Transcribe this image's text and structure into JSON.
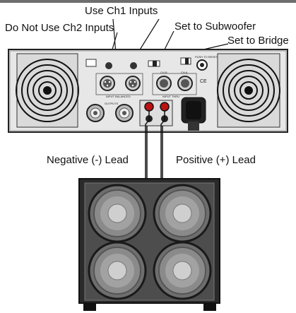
{
  "callouts": {
    "ch1": "Use Ch1 Inputs",
    "ch2": "Do Not Use Ch2 Inputs",
    "subwoofer": "Set to Subwoofer",
    "bridge": "Set to Bridge"
  },
  "leads": {
    "negative": "Negative (-) Lead",
    "positive": "Positive (+) Lead"
  },
  "panel_labels": {
    "input_balanced": "INPUT BALANCED",
    "input_thru": "INPUT THRU",
    "outputs": "OUTPUTS",
    "ch_b": "CH B",
    "ch_a": "CH A",
    "push_to_reset": "PUSH TO RESET",
    "ce": "CE"
  }
}
